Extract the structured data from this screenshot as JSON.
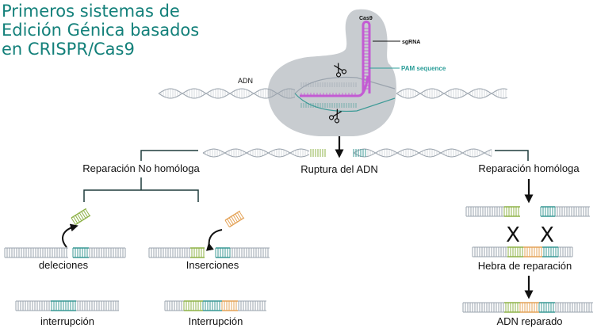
{
  "title": {
    "line1": "Primeros sistemas de",
    "line2": "Edición Génica basados",
    "line3": "en CRISPR/Cas9"
  },
  "complex": {
    "cas9": "Cas9",
    "sgrna": "sgRNA",
    "pam": "PAM sequence",
    "adn": "ADN"
  },
  "labels": {
    "ruptura": "Ruptura del ADN",
    "no_homologa": "Reparación No homóloga",
    "homologa": "Reparación homóloga",
    "deleciones": "deleciones",
    "inserciones": "Inserciones",
    "interrupcion_lower": "interrupción",
    "interrupcion_upper": "Interrupción",
    "hebra": "Hebra de reparación",
    "reparado": "ADN reparado",
    "cross": "X"
  },
  "colors": {
    "title": "#13807a",
    "cas9_blob": "#c8ccd0",
    "sgrna": "#c35bd3",
    "pam": "#2a9d98",
    "dna": "#9aa3ad",
    "teal": "#3c9a96",
    "green": "#8fb34a",
    "orange": "#e4a45a",
    "line": "#1f3b3b"
  }
}
